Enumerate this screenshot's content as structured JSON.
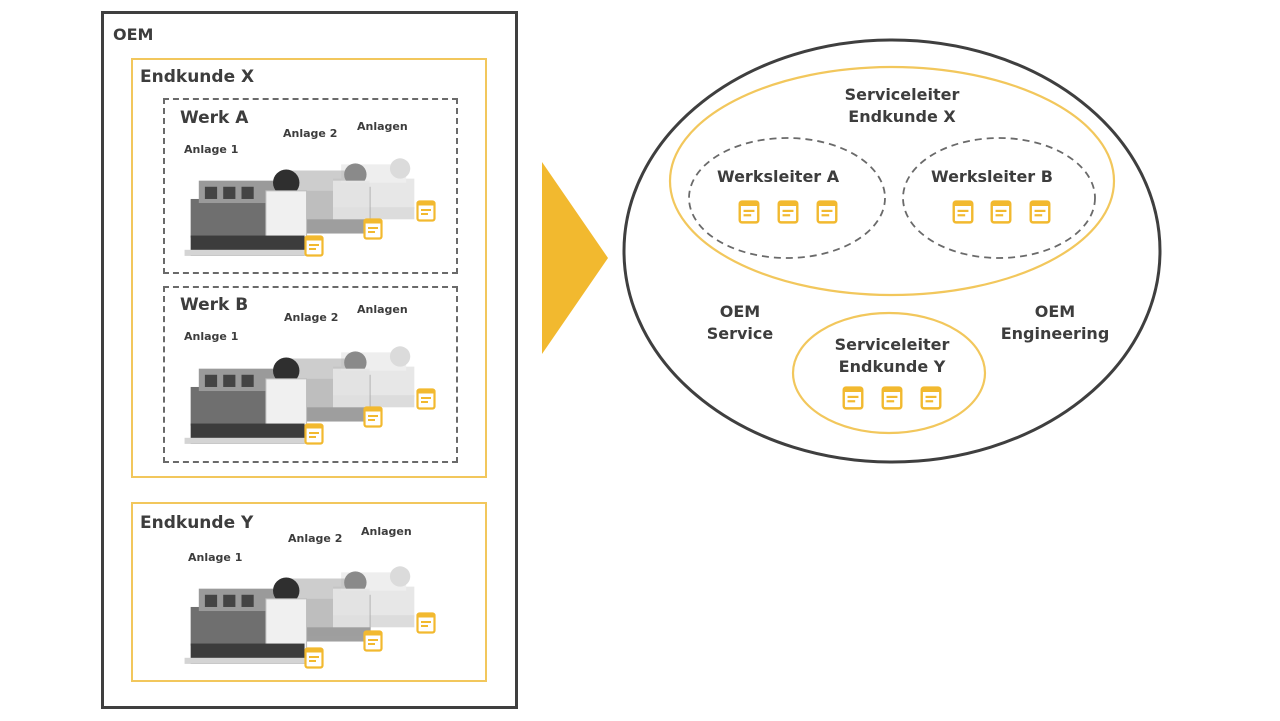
{
  "left": {
    "oem_label": "OEM",
    "customer_x": {
      "label": "Endkunde X",
      "plants": [
        {
          "label": "Werk A",
          "items": [
            "Anlage 1",
            "Anlage 2",
            "Anlagen"
          ]
        },
        {
          "label": "Werk B",
          "items": [
            "Anlage 1",
            "Anlage 2",
            "Anlagen"
          ]
        }
      ]
    },
    "customer_y": {
      "label": "Endkunde Y",
      "items": [
        "Anlage 1",
        "Anlage 2",
        "Anlagen"
      ]
    }
  },
  "right": {
    "service_lead_x": [
      "Serviceleiter",
      "Endkunde X"
    ],
    "plant_manager_a": "Werksleiter A",
    "plant_manager_b": "Werksleiter B",
    "oem_service": [
      "OEM",
      "Service"
    ],
    "oem_engineering": [
      "OEM",
      "Engineering"
    ],
    "service_lead_y": [
      "Serviceleiter",
      "Endkunde Y"
    ]
  },
  "colors": {
    "accent": "#f2b92f",
    "outline": "#3f3f3f",
    "text": "#3d3d3d"
  },
  "icons": {
    "arrow": "right-triangle-arrow",
    "document": "document-icon",
    "machine": "generator-machine-image"
  }
}
